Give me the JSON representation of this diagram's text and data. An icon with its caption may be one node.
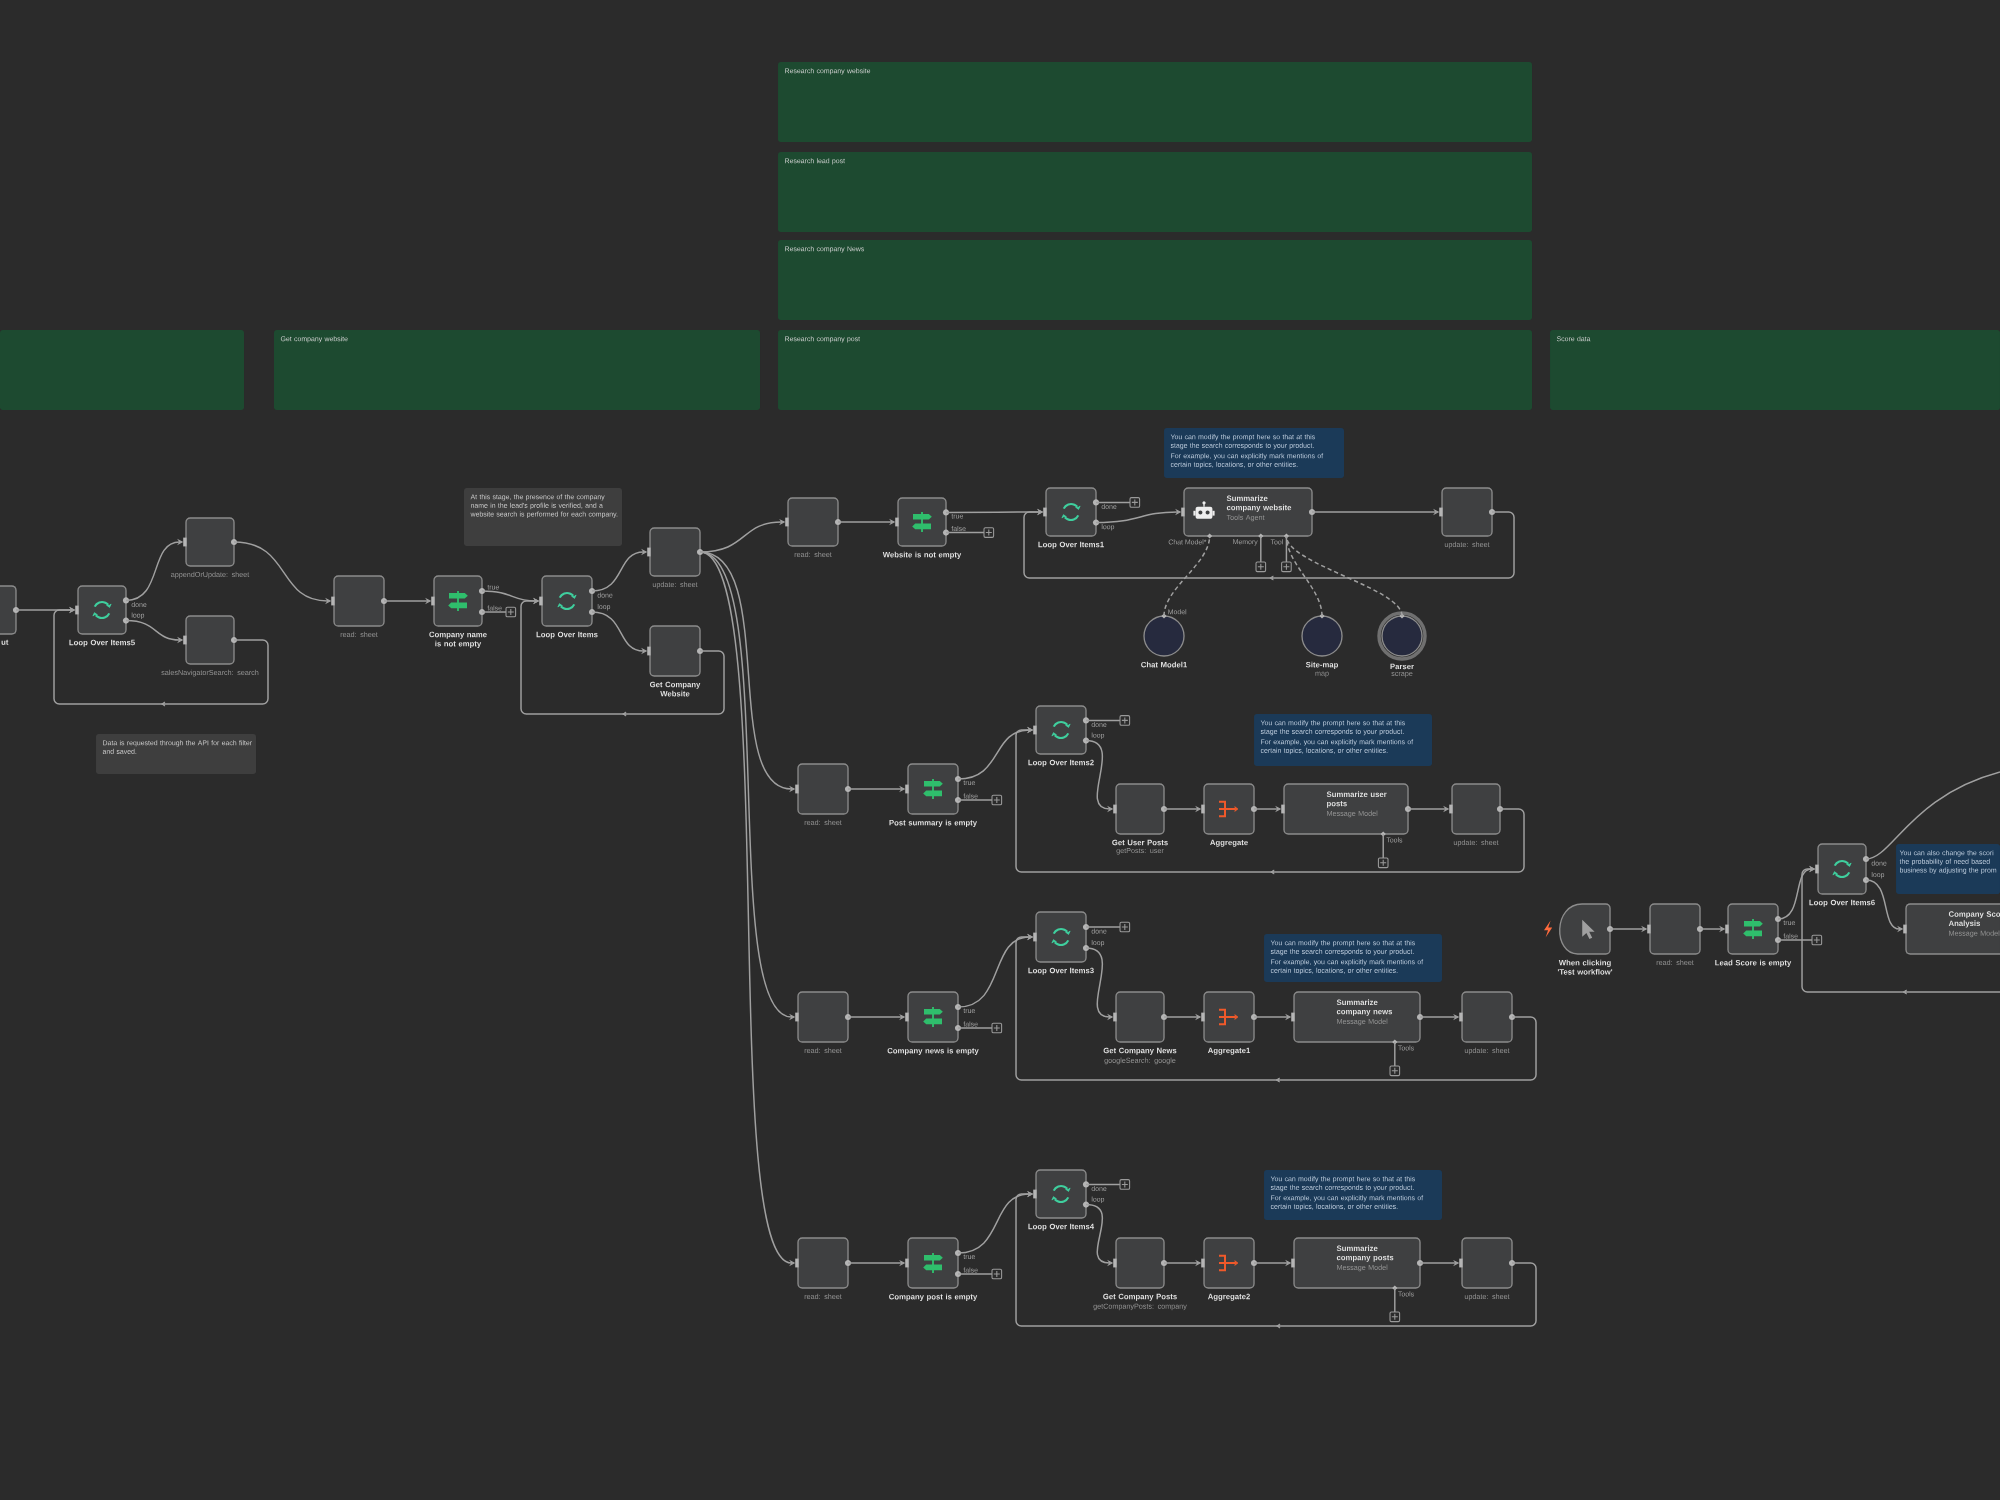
{
  "diagram": {
    "nodes": [
      {
        "text": [
          "Research company website"
        ]
      },
      {
        "text": [
          "Research lead post"
        ]
      },
      {
        "text": [
          "Research company News"
        ]
      },
      {
        "text": [],
        "shape": "box"
      },
      {
        "text": [
          "Get company website"
        ]
      },
      {
        "text": [
          "Research company post"
        ]
      },
      {
        "text": [
          "Score data"
        ]
      },
      {
        "text": [
          "You can modify the prompt here so that at this stage the search corresponds to your product.",
          "For example, you can explicitly mark mentions of certain topics, locations, or other entities."
        ]
      },
      {
        "text": [
          "At this stage, the presence of the company name in the lead's profile is verified, and a website search is performed for each company."
        ]
      },
      {
        "text": [
          "ut"
        ]
      },
      {
        "text": [
          "Loop Over Items5"
        ],
        "beside": [
          "done",
          "loop"
        ]
      },
      {
        "text": [
          "appendOrUpdate: sheet"
        ]
      },
      {
        "text": [
          "salesNavigatorSearch: search"
        ]
      },
      {
        "text": [
          "read: sheet"
        ]
      },
      {
        "text": [
          "Company name is not empty"
        ],
        "beside": [
          "true",
          "false"
        ]
      },
      {
        "text": [
          "Loop Over Items"
        ],
        "beside": [
          "done",
          "loop"
        ]
      },
      {
        "text": [
          "update: sheet"
        ]
      },
      {
        "text": [
          "Get Company Website"
        ]
      },
      {
        "text": [
          "Data is requested through the API for each filter and saved."
        ]
      },
      {
        "text": [
          "read: sheet"
        ]
      },
      {
        "text": [
          "Website is not empty"
        ],
        "beside": [
          "true",
          "false"
        ]
      },
      {
        "text": [
          "Loop Over Items1"
        ],
        "beside": [
          "done",
          "loop"
        ]
      },
      {
        "text": [
          "Summarize company website",
          "Tools Agent"
        ],
        "beside": [
          "Chat Model*",
          "Memory",
          "Tool"
        ]
      },
      {
        "text": [
          "update: sheet"
        ]
      },
      {
        "text": [
          "Chat Model1"
        ],
        "beside": [
          "Model"
        ]
      },
      {
        "text": [
          "Site-map",
          "map"
        ]
      },
      {
        "text": [
          "Parser",
          "scrape"
        ]
      },
      {
        "text": [
          "You can modify the prompt here so that at this stage the search corresponds to your product.",
          "For example, you can explicitly mark mentions of certain topics, locations, or other entities."
        ]
      },
      {
        "text": [
          "read: sheet"
        ]
      },
      {
        "text": [
          "Post summary is empty"
        ],
        "beside": [
          "true",
          "false"
        ]
      },
      {
        "text": [
          "Loop Over Items2"
        ],
        "beside": [
          "done",
          "loop"
        ]
      },
      {
        "text": [
          "Get User Posts",
          "getPosts: user"
        ]
      },
      {
        "text": [
          "Aggregate"
        ]
      },
      {
        "text": [
          "Summarize user posts",
          "Message Model"
        ],
        "beside": [
          "Tools"
        ]
      },
      {
        "text": [
          "update: sheet"
        ]
      },
      {
        "text": [
          "You can modify the prompt here so that at this stage the search corresponds to your product.",
          "For example, you can explicitly mark mentions of certain topics, locations, or other entities."
        ]
      },
      {
        "text": [
          "read: sheet"
        ]
      },
      {
        "text": [
          "Company news is empty"
        ],
        "beside": [
          "true",
          "false"
        ]
      },
      {
        "text": [
          "Loop Over Items3"
        ],
        "beside": [
          "done",
          "loop"
        ]
      },
      {
        "text": [
          "Get Company News",
          "googleSearch: google"
        ]
      },
      {
        "text": [
          "Aggregate1"
        ]
      },
      {
        "text": [
          "Summarize company news",
          "Message Model"
        ],
        "beside": [
          "Tools"
        ]
      },
      {
        "text": [
          "update: sheet"
        ]
      },
      {
        "text": [
          "You can modify the prompt here so that at this stage the search corresponds to your product.",
          "For example, you can explicitly mark mentions of certain topics, locations, or other entities."
        ]
      },
      {
        "text": [
          "read: sheet"
        ]
      },
      {
        "text": [
          "Company post is empty"
        ],
        "beside": [
          "true",
          "false"
        ]
      },
      {
        "text": [
          "Loop Over Items4"
        ],
        "beside": [
          "done",
          "loop"
        ]
      },
      {
        "text": [
          "Get Company Posts",
          "getCompanyPosts: company"
        ]
      },
      {
        "text": [
          "Aggregate2"
        ]
      },
      {
        "text": [
          "Summarize company posts",
          "Message Model"
        ],
        "beside": [
          "Tools"
        ]
      },
      {
        "text": [
          "update: sheet"
        ]
      },
      {
        "text": [
          "When clicking 'Test workflow'"
        ]
      },
      {
        "text": [
          "read: sheet"
        ]
      },
      {
        "text": [
          "Lead Score is empty"
        ],
        "beside": [
          "true",
          "false"
        ]
      },
      {
        "text": [
          "Loop Over Items6"
        ],
        "beside": [
          "done",
          "loop"
        ]
      },
      {
        "text": [
          "You can also change the scori the probability of need based business by adjusting the prom"
        ]
      },
      {
        "text": [
          "Company Sco Analysis",
          "Message Model"
        ]
      }
    ],
    "edges": [
      {
        "from": 9,
        "to": 10,
        "arrow": "to"
      },
      {
        "from": 10,
        "to": 11,
        "arrow": "to"
      },
      {
        "from": 10,
        "to": 12,
        "arrow": "to"
      },
      {
        "from": 12,
        "to": 10,
        "arrow": "to"
      },
      {
        "from": 11,
        "to": 13,
        "arrow": "to"
      },
      {
        "from": 13,
        "to": 14,
        "arrow": "to"
      },
      {
        "from": 14,
        "to": 15,
        "arrow": "to"
      },
      {
        "from": 14,
        "to": null,
        "arrow": "none"
      },
      {
        "from": 15,
        "to": 16,
        "arrow": "to"
      },
      {
        "from": 15,
        "to": 17,
        "arrow": "to"
      },
      {
        "from": 17,
        "to": 15,
        "arrow": "to"
      },
      {
        "from": 16,
        "to": 19,
        "arrow": "to"
      },
      {
        "from": 16,
        "to": 28,
        "arrow": "to"
      },
      {
        "from": 16,
        "to": 36,
        "arrow": "to"
      },
      {
        "from": 16,
        "to": 44,
        "arrow": "to"
      },
      {
        "from": 19,
        "to": 20,
        "arrow": "to"
      },
      {
        "from": 20,
        "to": 21,
        "arrow": "to"
      },
      {
        "from": 20,
        "to": null,
        "arrow": "none"
      },
      {
        "from": 21,
        "to": null,
        "arrow": "none"
      },
      {
        "from": 21,
        "to": 22,
        "arrow": "to"
      },
      {
        "from": 22,
        "to": 23,
        "arrow": "to"
      },
      {
        "from": 23,
        "to": 21,
        "arrow": "to"
      },
      {
        "from": 24,
        "to": 22,
        "arrow": "none",
        "style": "dashed"
      },
      {
        "from": 25,
        "to": 22,
        "arrow": "none",
        "style": "dashed"
      },
      {
        "from": 26,
        "to": 22,
        "arrow": "none",
        "style": "dashed"
      },
      {
        "from": 22,
        "to": null,
        "arrow": "none"
      },
      {
        "from": 22,
        "to": null,
        "arrow": "none"
      },
      {
        "from": 28,
        "to": 29,
        "arrow": "to"
      },
      {
        "from": 29,
        "to": 30,
        "arrow": "to"
      },
      {
        "from": 29,
        "to": null,
        "arrow": "none"
      },
      {
        "from": 30,
        "to": null,
        "arrow": "none"
      },
      {
        "from": 30,
        "to": 31,
        "arrow": "to"
      },
      {
        "from": 31,
        "to": 32,
        "arrow": "to"
      },
      {
        "from": 32,
        "to": 33,
        "arrow": "to"
      },
      {
        "from": 33,
        "to": 34,
        "arrow": "to"
      },
      {
        "from": 34,
        "to": 30,
        "arrow": "to"
      },
      {
        "from": 33,
        "to": null,
        "arrow": "none"
      },
      {
        "from": 36,
        "to": 37,
        "arrow": "to"
      },
      {
        "from": 37,
        "to": 38,
        "arrow": "to"
      },
      {
        "from": 37,
        "to": null,
        "arrow": "none"
      },
      {
        "from": 38,
        "to": null,
        "arrow": "none"
      },
      {
        "from": 38,
        "to": 39,
        "arrow": "to"
      },
      {
        "from": 39,
        "to": 40,
        "arrow": "to"
      },
      {
        "from": 40,
        "to": 41,
        "arrow": "to"
      },
      {
        "from": 41,
        "to": 42,
        "arrow": "to"
      },
      {
        "from": 42,
        "to": 38,
        "arrow": "to"
      },
      {
        "from": 41,
        "to": null,
        "arrow": "none"
      },
      {
        "from": 44,
        "to": 45,
        "arrow": "to"
      },
      {
        "from": 45,
        "to": 46,
        "arrow": "to"
      },
      {
        "from": 45,
        "to": null,
        "arrow": "none"
      },
      {
        "from": 46,
        "to": null,
        "arrow": "none"
      },
      {
        "from": 46,
        "to": 47,
        "arrow": "to"
      },
      {
        "from": 47,
        "to": 48,
        "arrow": "to"
      },
      {
        "from": 48,
        "to": 49,
        "arrow": "to"
      },
      {
        "from": 49,
        "to": 50,
        "arrow": "to"
      },
      {
        "from": 50,
        "to": 46,
        "arrow": "to"
      },
      {
        "from": 49,
        "to": null,
        "arrow": "none"
      },
      {
        "from": 51,
        "to": 52,
        "arrow": "to"
      },
      {
        "from": 52,
        "to": 53,
        "arrow": "to"
      },
      {
        "from": 53,
        "to": 54,
        "arrow": "to"
      },
      {
        "from": 53,
        "to": null,
        "arrow": "none"
      },
      {
        "from": 54,
        "to": null,
        "arrow": "none"
      },
      {
        "from": 54,
        "to": 56,
        "arrow": "to"
      },
      {
        "from": null,
        "to": 54,
        "arrow": "to"
      }
    ]
  }
}
